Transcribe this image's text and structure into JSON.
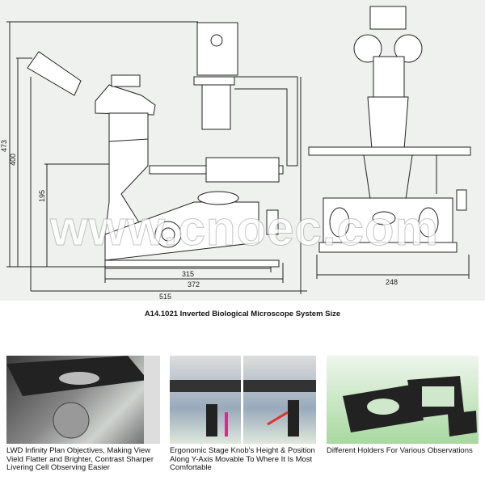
{
  "drawing": {
    "dimensions": {
      "height_total": "473",
      "height_eyepiece": "400",
      "height_stage": "195",
      "base_depth": "315",
      "body_depth": "372",
      "overall_depth": "515",
      "width": "248"
    },
    "watermark": "www.cnoec.com",
    "background_color": "#eef1ee"
  },
  "title": "A14.1021 Inverted Biological Microscope System Size",
  "features": [
    {
      "caption": "LWD Infinity Plan Objectives, Making View Vield Flatter and Brighter, Contrast Sharper Livering Cell Observing Easier"
    },
    {
      "caption": "Ergonomic Stage Knob's Height & Position Along Y-Axis Movable To Where It Is Most Comfortable"
    },
    {
      "caption": "Different Holders For Various Observations"
    }
  ]
}
